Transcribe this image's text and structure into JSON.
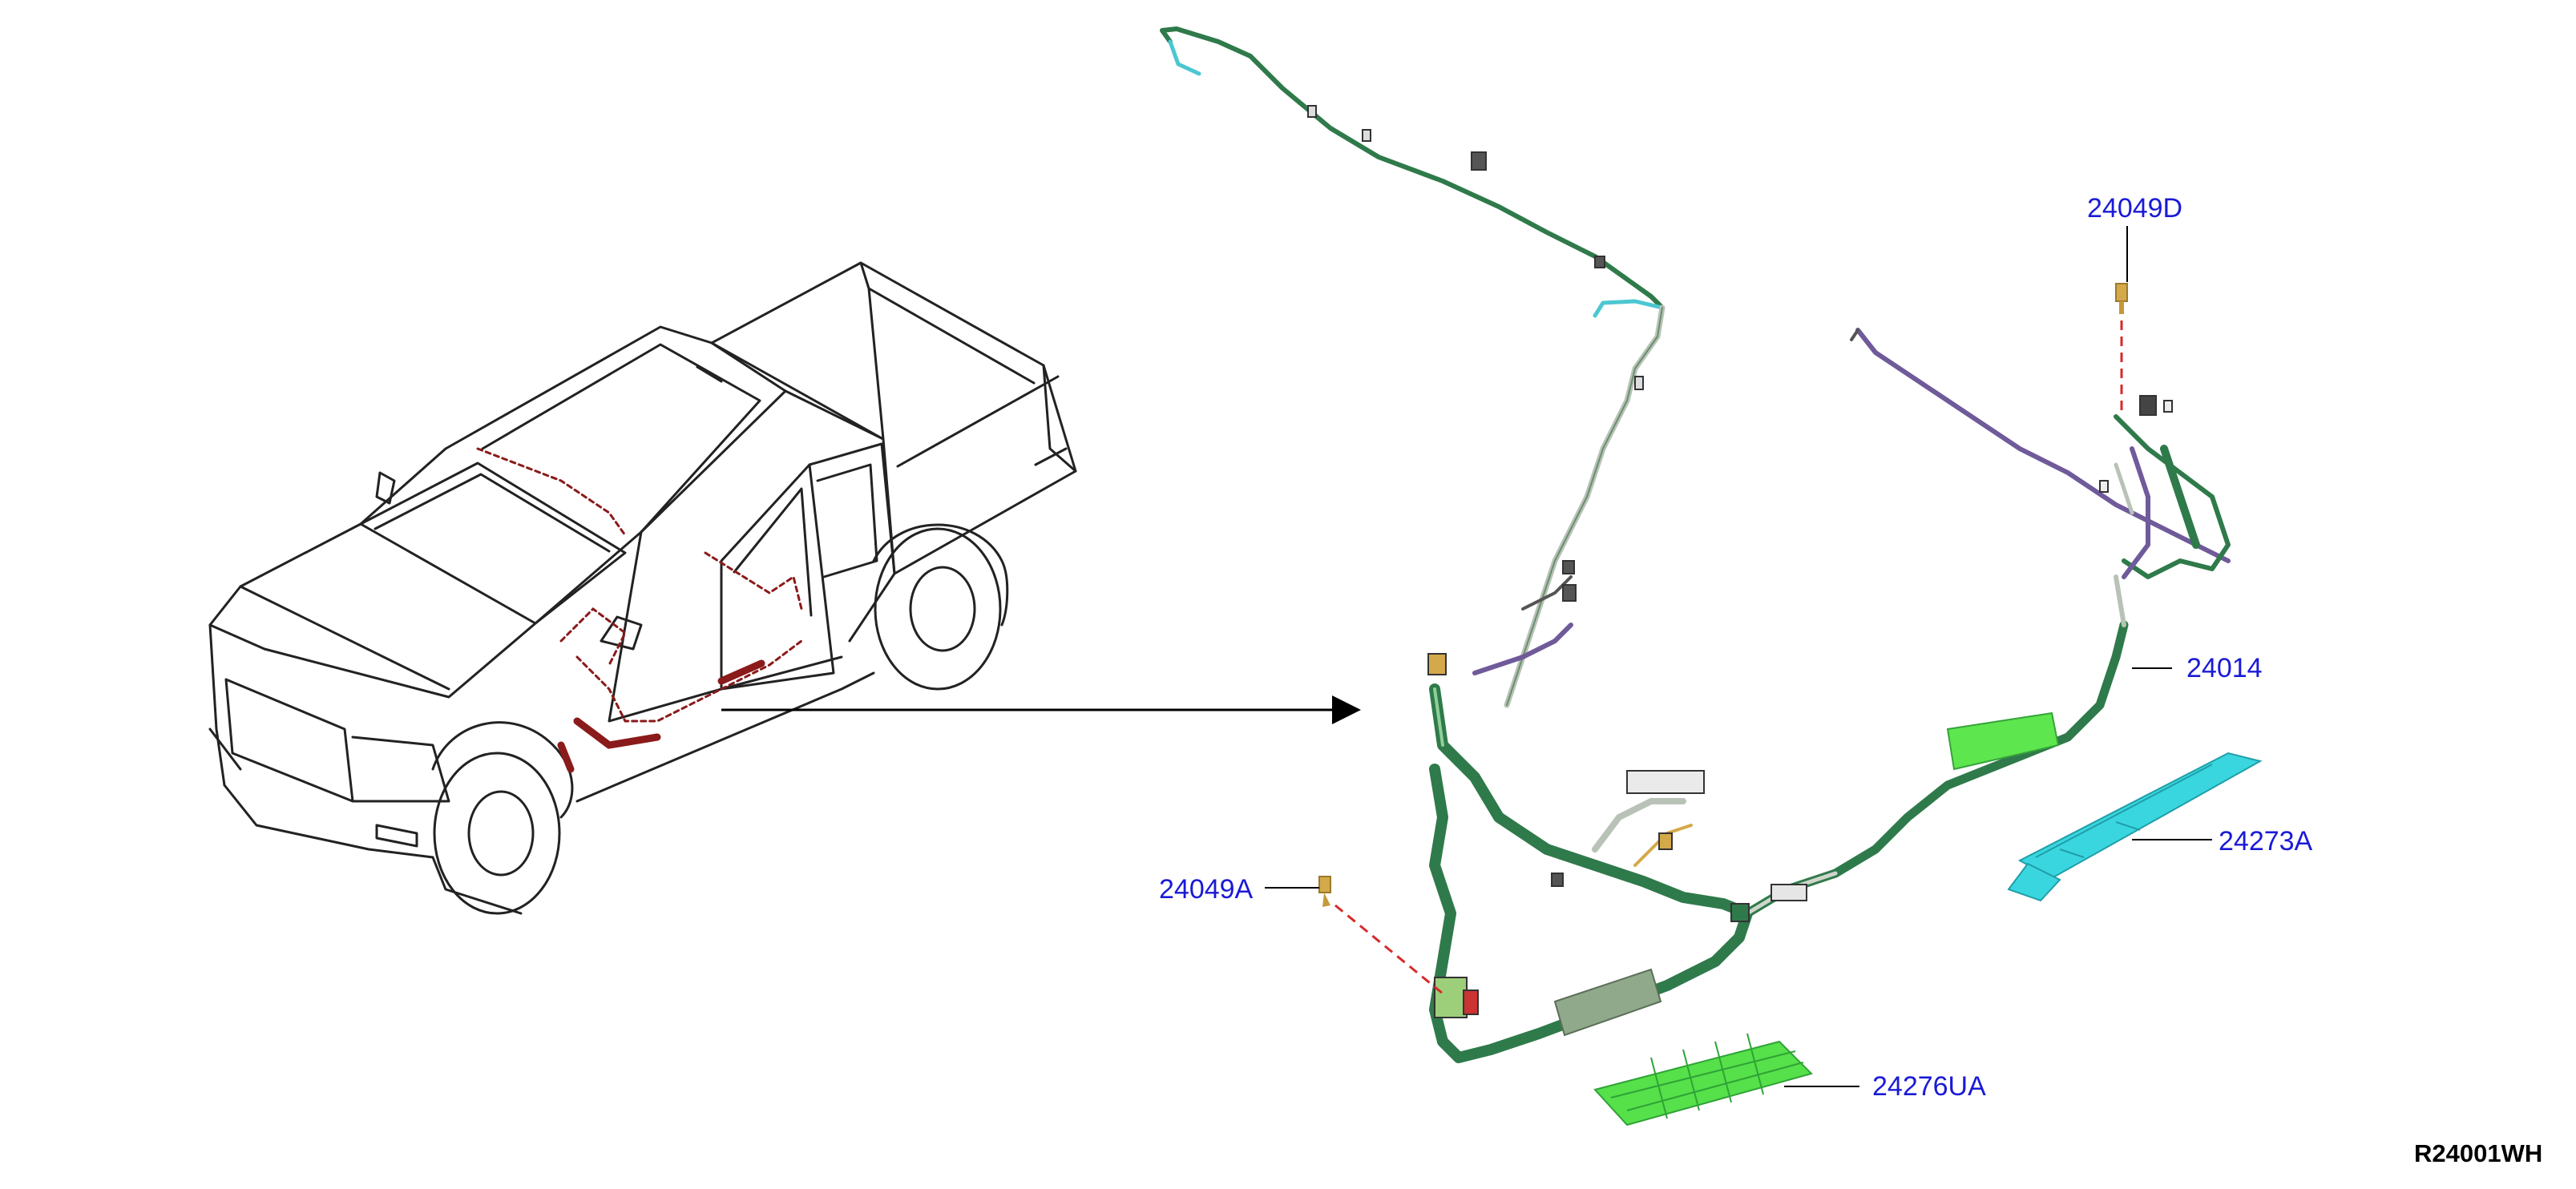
{
  "diagram_code": "R24001WH",
  "callouts": {
    "p24049D": "24049D",
    "p24014": "24014",
    "p24273A": "24273A",
    "p24049A": "24049A",
    "p24276UA": "24276UA"
  },
  "colors": {
    "callout_text": "#1a1ad6",
    "line_art": "#222222",
    "harness_green": "#2f7a4a",
    "harness_purple": "#6f5a9a",
    "harness_red": "#8b1a1a",
    "cover_green": "#4ee04e",
    "cover_cyan": "#3ad6e0",
    "clip_tan": "#d4a94a",
    "guide_dash": "#d62a2a",
    "text_dark": "#000000"
  }
}
